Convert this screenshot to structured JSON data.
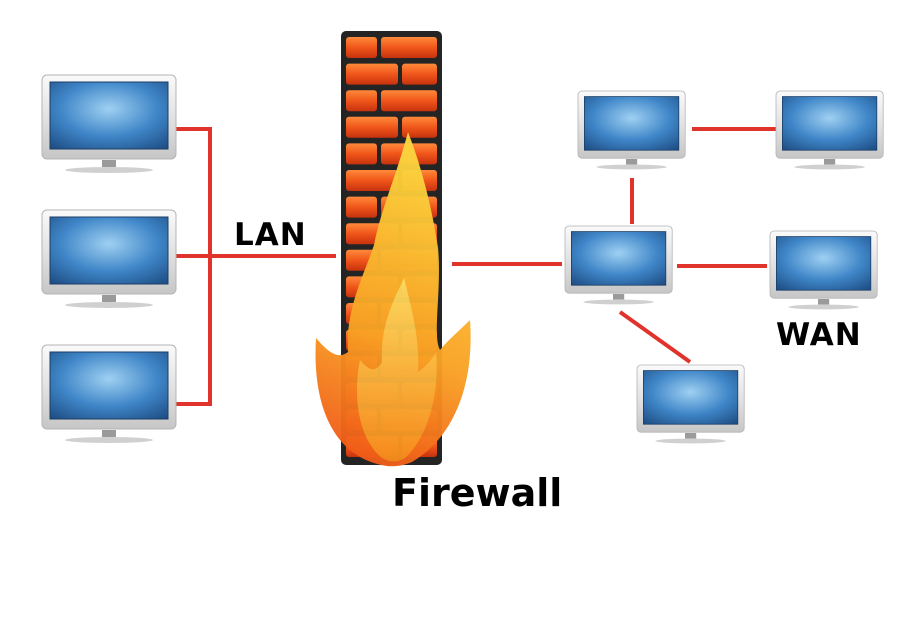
{
  "labels": {
    "lan": "LAN",
    "wan": "WAN",
    "firewall": "Firewall"
  },
  "colors": {
    "link": "#e0332b",
    "monitor_frame": "#d8d8d8",
    "screen": "#3f86c8",
    "brick": "#ee5a12",
    "mortar": "#242424",
    "flame_outer": "#f05a1a",
    "flame_inner": "#fccb3a"
  },
  "icons": [
    "monitor-icon",
    "brick-wall-icon",
    "flame-icon"
  ]
}
